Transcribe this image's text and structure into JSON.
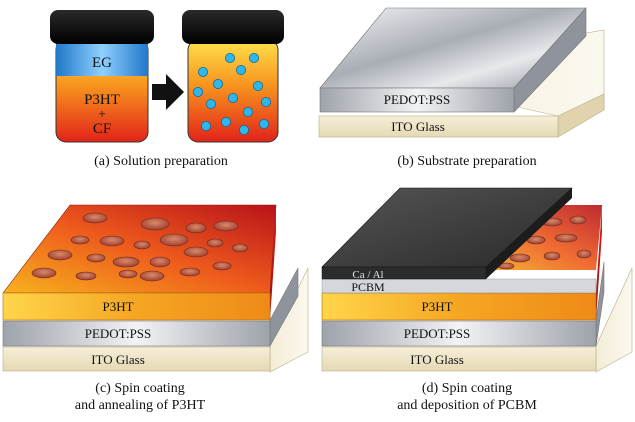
{
  "panel_a": {
    "jar1": {
      "top_layer": "EG",
      "bottom_line1": "P3HT",
      "bottom_line2": "+",
      "bottom_line3": "CF"
    },
    "caption": "(a) Solution preparation"
  },
  "panel_b": {
    "layer_top": "PEDOT:PSS",
    "layer_bottom": "ITO Glass",
    "caption": "(b) Substrate preparation"
  },
  "panel_c": {
    "layer_top": "P3HT",
    "layer_mid": "PEDOT:PSS",
    "layer_bottom": "ITO Glass",
    "caption_line1": "(c) Spin coating",
    "caption_line2": "and annealing of P3HT"
  },
  "panel_d": {
    "layer_electrode": "Ca / Al",
    "layer_pcbm": "PCBM",
    "layer_p3ht": "P3HT",
    "layer_pedot": "PEDOT:PSS",
    "layer_ito": "ITO Glass",
    "caption_line1": "(d) Spin coating",
    "caption_line2": "and deposition of PCBM"
  },
  "colors": {
    "jar_lid": "#111111",
    "eg_blue": "#3aa6e6",
    "p3ht_orange": "#f5a623",
    "p3ht_red": "#e2231a",
    "ito_cream": "#efe6c8",
    "pedot_silver": "#c9ccd2",
    "electrode_dark": "#3a3a3a"
  }
}
